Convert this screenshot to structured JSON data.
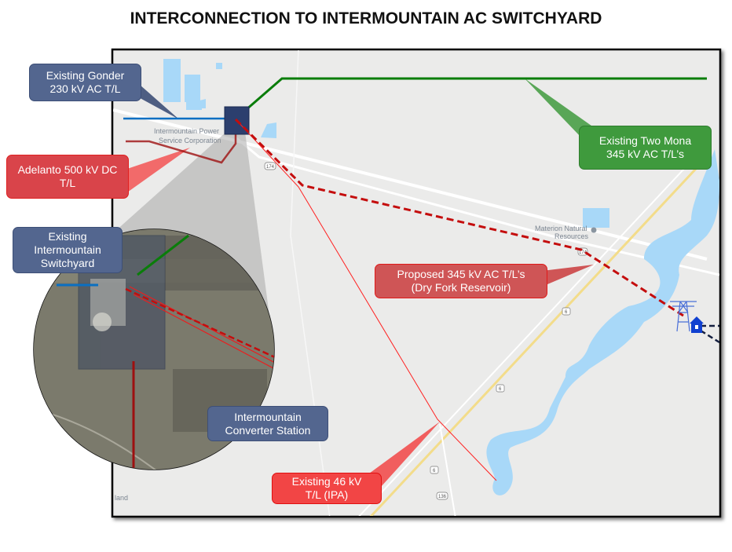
{
  "title": "INTERCONNECTION TO INTERMOUNTAIN AC SWITCHYARD",
  "callouts": {
    "gonder": [
      "Existing Gonder",
      "230 kV AC T/L"
    ],
    "adelanto": [
      "Adelanto 500 kV DC",
      "T/L"
    ],
    "switchyard": [
      "Existing",
      "Intermountain",
      "Switchyard"
    ],
    "two_mona": [
      "Existing Two Mona",
      "345 kV AC T/L’s"
    ],
    "proposed": [
      "Proposed 345 kV AC T/L’s",
      "(Dry Fork Reservoir)"
    ],
    "converter": [
      "Intermountain",
      "Converter Station"
    ],
    "kv46": [
      "Existing 46 kV",
      "T/L (IPA)"
    ]
  },
  "map_labels": {
    "ipsc": [
      "Intermountain Power",
      "Service Corporation"
    ],
    "materion": [
      "Materion Natural",
      "Resources"
    ],
    "town": "land",
    "shields": [
      "174",
      "6",
      "6",
      "6",
      "136",
      "174"
    ]
  },
  "colors": {
    "green_line": "#0a7d0a",
    "blue_line": "#0a6fc2",
    "dc_line": "#9e1010",
    "proposed_line": "#c40d0d",
    "kv46_line": "#ff2020",
    "switchyard_box": "#2c3f6e",
    "water": "#a8d8f8"
  }
}
